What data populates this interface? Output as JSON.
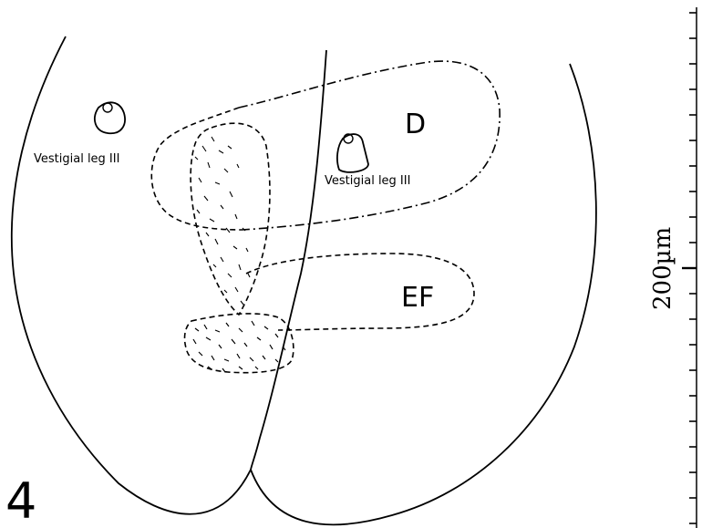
{
  "figure": {
    "panel_number": "4",
    "region_labels": {
      "dorsal": "D",
      "ef": "EF"
    },
    "leg_labels": [
      "Vestigial leg III",
      "Vestigial leg III"
    ],
    "scale_bar": {
      "label": "200µm",
      "tick_count": 21
    }
  }
}
